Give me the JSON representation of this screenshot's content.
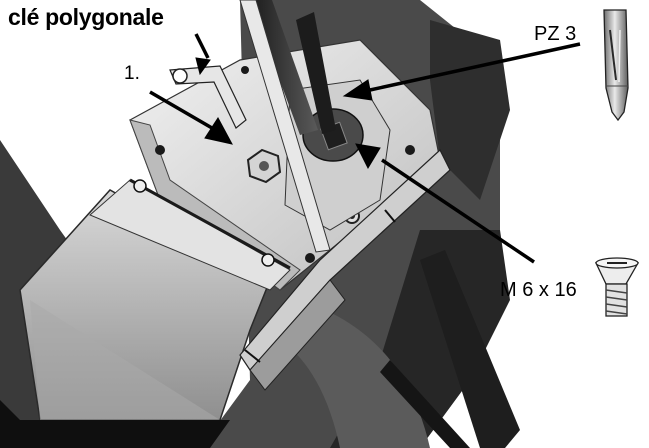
{
  "figure": {
    "tool_label": "clé polygonale",
    "step_label": "1.",
    "bit_label": "PZ 3",
    "screw_label": "M 6 x 16"
  },
  "colors": {
    "ink": "#000000",
    "paper": "#ffffff",
    "metal_light": "#d8d8d8",
    "metal_mid": "#9a9a9a",
    "shadow": "#2a2a2a"
  },
  "icons": [
    "screwdriver-bit-icon",
    "countersunk-screw-icon",
    "arrow-icon"
  ]
}
